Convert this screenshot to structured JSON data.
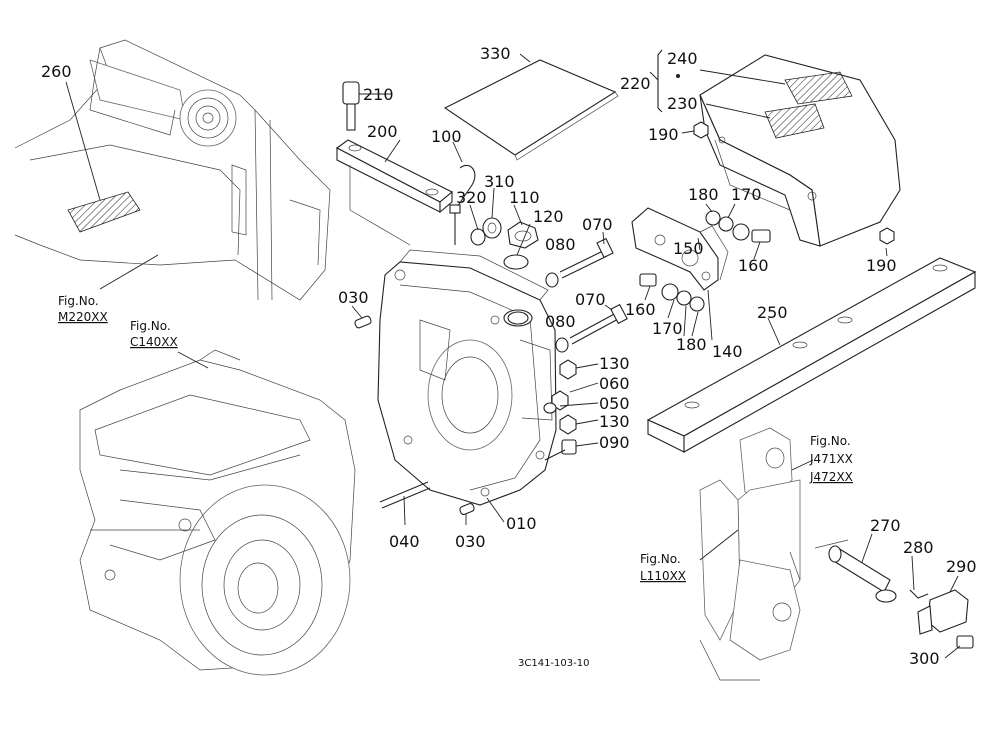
{
  "drawing_code": "3C141-103-10",
  "part_labels": {
    "p010": "010",
    "p030a": "030",
    "p030b": "030",
    "p040": "040",
    "p050": "050",
    "p060": "060",
    "p070a": "070",
    "p070b": "070",
    "p080a": "080",
    "p080b": "080",
    "p090": "090",
    "p100": "100",
    "p110": "110",
    "p120": "120",
    "p130a": "130",
    "p130b": "130",
    "p140": "140",
    "p150": "150",
    "p160a": "160",
    "p160b": "160",
    "p170a": "170",
    "p170b": "170",
    "p180a": "180",
    "p180b": "180",
    "p190a": "190",
    "p190b": "190",
    "p200": "200",
    "p210": "210",
    "p220": "220",
    "p230": "230",
    "p240": "240",
    "p250": "250",
    "p260": "260",
    "p270": "270",
    "p280": "280",
    "p290": "290",
    "p300": "300",
    "p310": "310",
    "p320": "320",
    "p330": "330"
  },
  "fig_refs": {
    "m220": {
      "prefix": "Fig.No.",
      "number": "M220XX"
    },
    "c140": {
      "prefix": "Fig.No.",
      "number": "C140XX"
    },
    "j47x": {
      "prefix": "Fig.No.",
      "number_a": "J471XX",
      "number_b": "J472XX"
    },
    "l110": {
      "prefix": "Fig.No.",
      "number": "L110XX"
    }
  }
}
